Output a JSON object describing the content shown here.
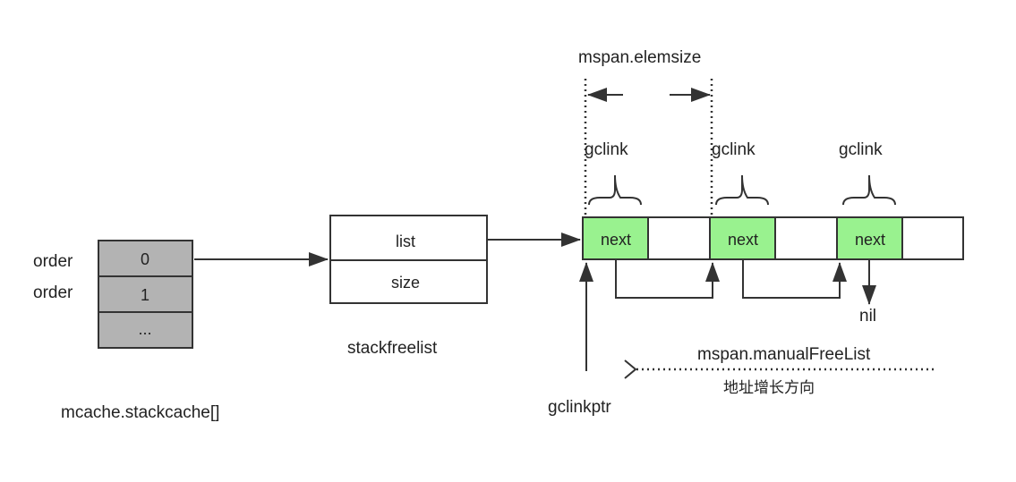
{
  "stackcache": {
    "title": "mcache.stackcache[]",
    "order_labels": [
      "order",
      "order"
    ],
    "cells": [
      "0",
      "1",
      "..."
    ],
    "cell_color": "#b3b3b3"
  },
  "stackfreelist": {
    "title": "stackfreelist",
    "fields": [
      "list",
      "size"
    ]
  },
  "mspan": {
    "elemsize_label": "mspan.elemsize",
    "gclink_labels": [
      "gclink",
      "gclink",
      "gclink"
    ],
    "next_labels": [
      "next",
      "next",
      "next"
    ],
    "next_color": "#99f28f",
    "nil_label": "nil",
    "manual_free_list_label": "mspan.manualFreeList",
    "address_growth_label": "地址增长方向"
  },
  "gclinkptr_label": "gclinkptr"
}
